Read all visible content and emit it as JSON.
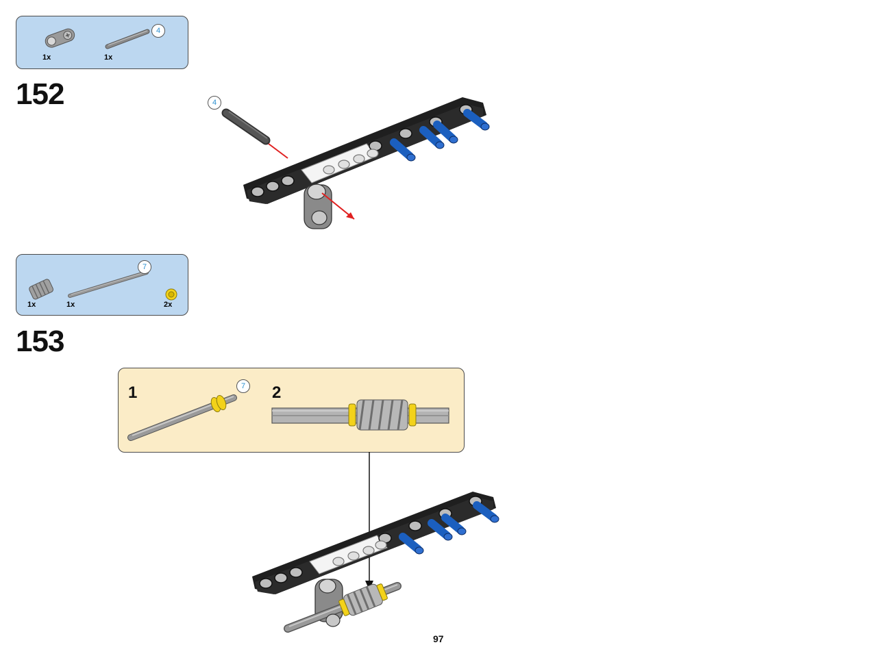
{
  "steps": [
    {
      "number": "152",
      "parts": [
        {
          "name": "pin-connector",
          "qty": "1x"
        },
        {
          "name": "axle",
          "qty": "1x",
          "length": "4"
        }
      ],
      "model_axle_length": "4"
    },
    {
      "number": "153",
      "parts": [
        {
          "name": "worm-gear",
          "qty": "1x"
        },
        {
          "name": "axle",
          "qty": "1x",
          "length": "7"
        },
        {
          "name": "bush",
          "qty": "2x"
        }
      ],
      "substeps": [
        {
          "number": "1",
          "axle_length": "7"
        },
        {
          "number": "2"
        }
      ]
    }
  ],
  "page_number": "97",
  "colors": {
    "parts_box": "#bcd7f0",
    "substep_box": "#fbecc7",
    "beam_black": "#222222",
    "pin_blue": "#1b5fbf",
    "bush_yellow": "#f3d21a",
    "arrow_red": "#e02020"
  }
}
